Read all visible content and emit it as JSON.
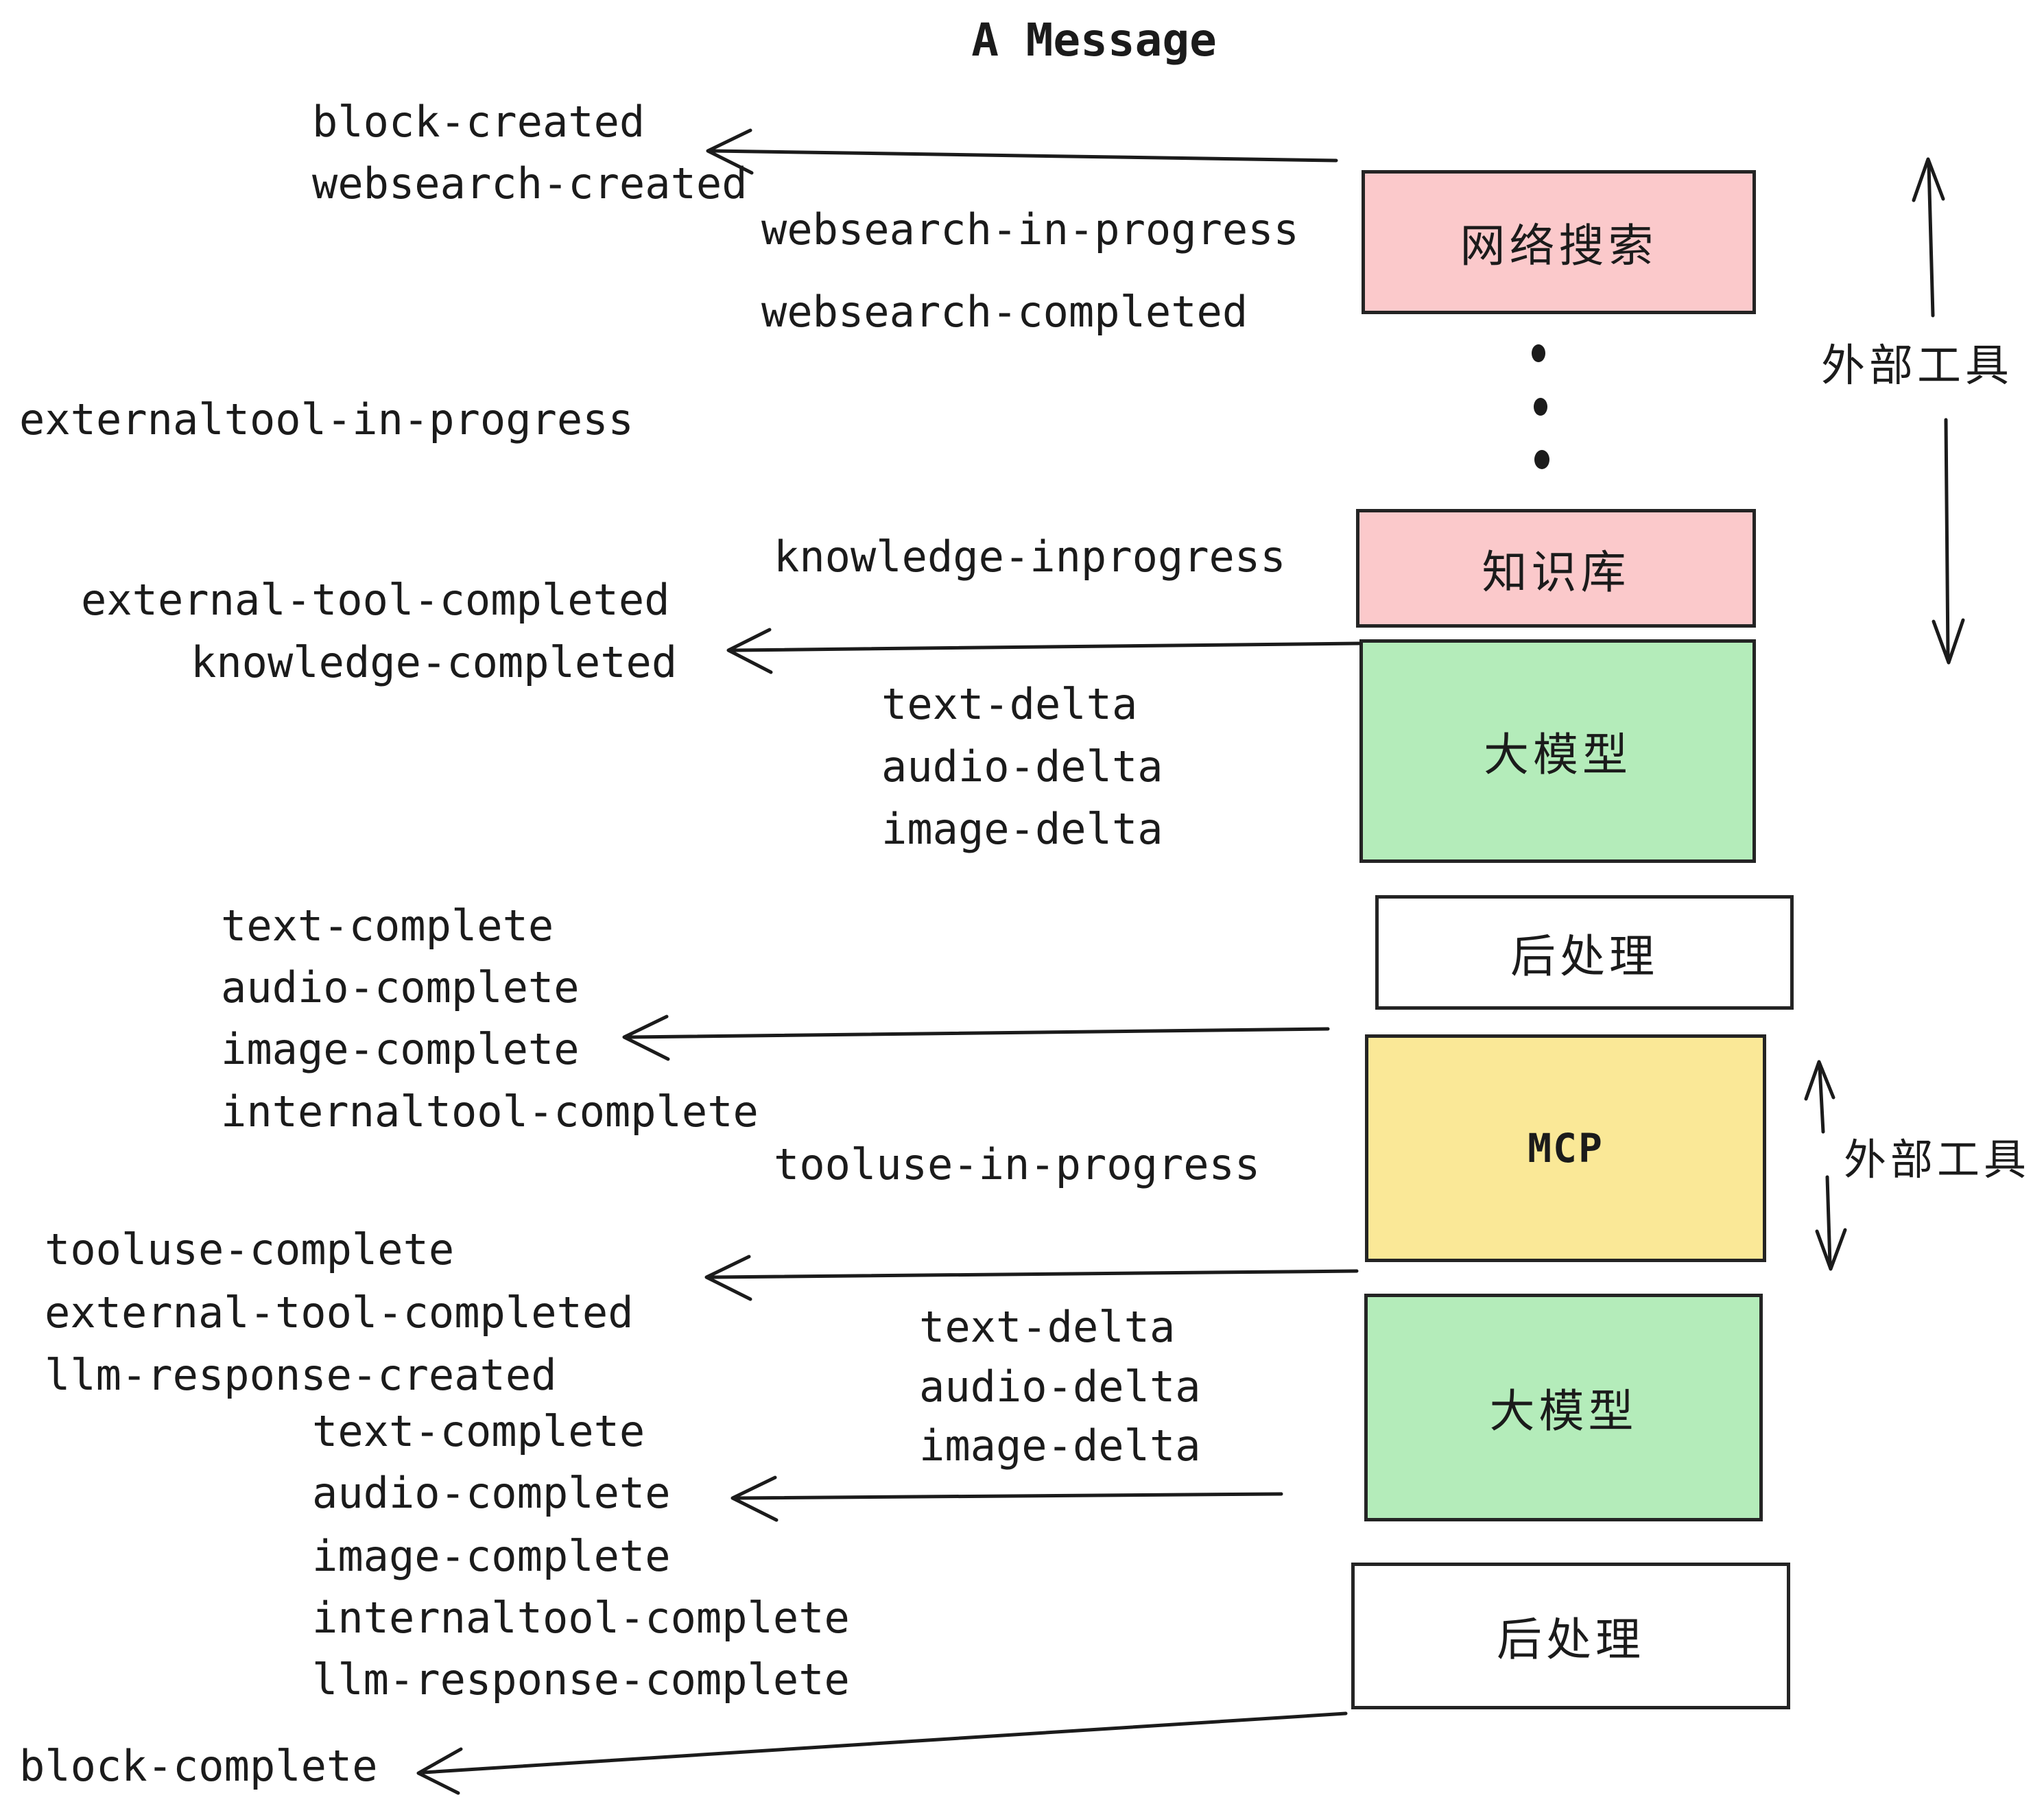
{
  "title": "A Message",
  "events": {
    "block_created": "block-created",
    "websearch_created": "websearch-created",
    "websearch_in_progress": "websearch-in-progress",
    "websearch_completed": "websearch-completed",
    "externaltool_in_progress": "externaltool-in-progress",
    "knowledge_inprogress": "knowledge-inprogress",
    "external_tool_completed": "external-tool-completed",
    "knowledge_completed": "knowledge-completed",
    "text_delta": "text-delta",
    "audio_delta": "audio-delta",
    "image_delta": "image-delta",
    "text_complete": "text-complete",
    "audio_complete": "audio-complete",
    "image_complete": "image-complete",
    "internaltool_complete": "internaltool-complete",
    "tooluse_in_progress": "tooluse-in-progress",
    "tooluse_complete": "tooluse-complete",
    "llm_response_created": "llm-response-created",
    "llm_response_complete": "llm-response-complete",
    "block_complete": "block-complete"
  },
  "boxes": {
    "web_search": "网络搜索",
    "knowledge_base": "知识库",
    "llm": "大模型",
    "post_process": "后处理",
    "mcp": "MCP"
  },
  "side_labels": {
    "external_tools": "外部工具"
  },
  "colors": {
    "pink": "#fbc9cb",
    "green": "#b4ecba",
    "yellow": "#fae897",
    "white": "#ffffff",
    "border": "#242424",
    "ink": "#1b1b1b"
  }
}
